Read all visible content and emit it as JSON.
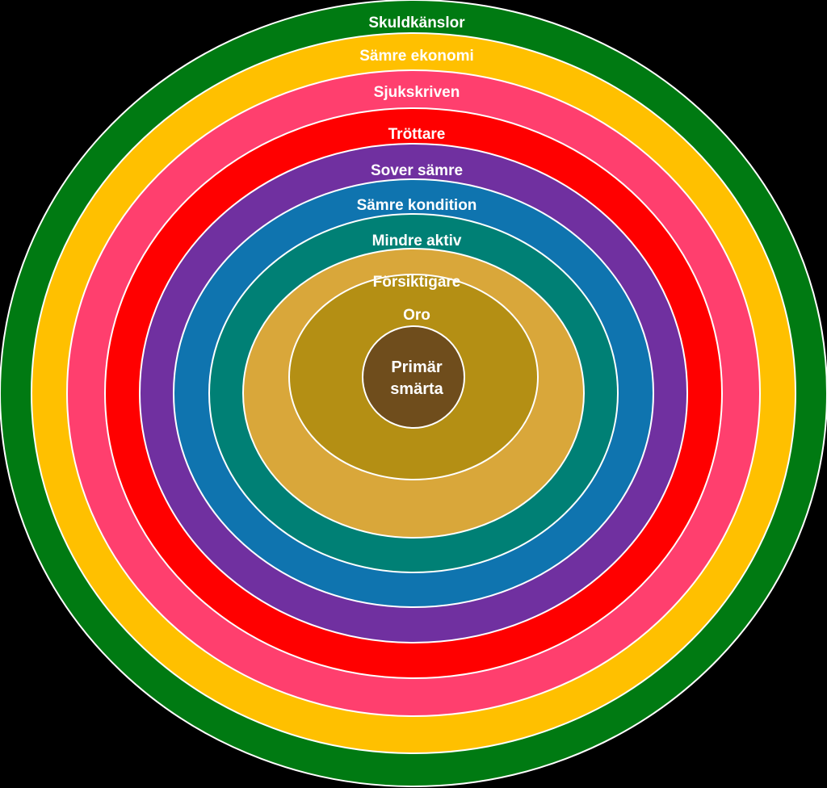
{
  "diagram": {
    "background": "#000000",
    "ring_border_color": "#ffffff",
    "rings": [
      {
        "label": "Skuldkänslor",
        "color": "#007a12"
      },
      {
        "label": "Sämre ekonomi",
        "color": "#ffc000"
      },
      {
        "label": "Sjukskriven",
        "color": "#ff3f6e"
      },
      {
        "label": "Tröttare",
        "color": "#ff0000"
      },
      {
        "label": "Sover sämre",
        "color": "#7030a0"
      },
      {
        "label": "Sämre kondition",
        "color": "#0f74af"
      },
      {
        "label": "Mindre aktiv",
        "color": "#008075"
      },
      {
        "label": "Försiktigare",
        "color": "#d9a73a"
      },
      {
        "label": "Oro",
        "color": "#b48f14"
      }
    ],
    "core": {
      "line1": "Primär",
      "line2": "smärta",
      "color": "#6f4d1c"
    }
  }
}
